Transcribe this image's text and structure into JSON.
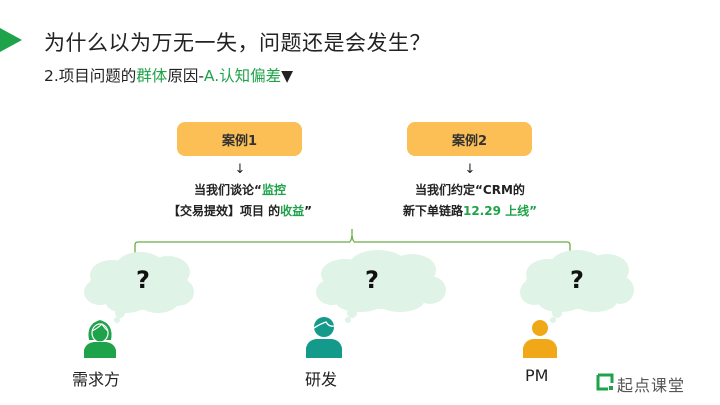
{
  "header": {
    "title": "为什么以为万无一失，问题还是会发生？",
    "subtitle": {
      "part1": "2.项目问题的",
      "highlight1": "群体",
      "part2": "原因-",
      "highlight2": "A.认知偏差",
      "suffix": "▼"
    }
  },
  "cases": [
    {
      "label": "案例1",
      "arrow": "↓",
      "line1_plain": "当我们谈论“",
      "line1_green": "监控",
      "line2_plain": "【交易提效】项目 的",
      "line2_green": "收益",
      "line2_end": "”"
    },
    {
      "label": "案例2",
      "arrow": "↓",
      "line1_plain": "当我们约定“CRM的",
      "line1_green": "",
      "line2_plain": "新下单链路",
      "line2_green": "12.29 上线",
      "line2_end": "”"
    }
  ],
  "roles": [
    {
      "name": "需求方",
      "thought": "?",
      "icon": "female-user-icon",
      "color": "#1fa34a"
    },
    {
      "name": "研发",
      "thought": "?",
      "icon": "male-user-icon",
      "color": "#139a8a"
    },
    {
      "name": "PM",
      "thought": "?",
      "icon": "user-icon",
      "color": "#f0a818"
    }
  ],
  "colors": {
    "accent_green": "#1fa34a",
    "case_box": "#fbbf55",
    "cloud": "#dff3e6",
    "bracket": "#6aad46"
  },
  "logo": {
    "text": "起点课堂"
  }
}
